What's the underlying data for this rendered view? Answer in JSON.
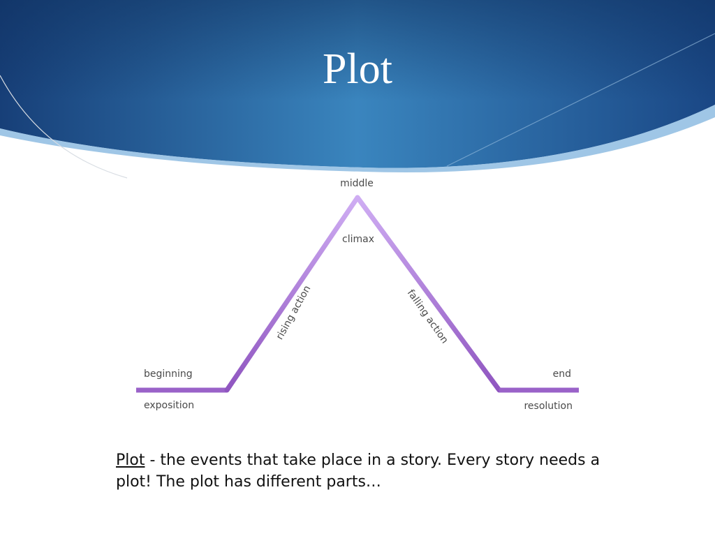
{
  "slide": {
    "title": "Plot",
    "colors": {
      "header_dark": "#1b4d8a",
      "header_light": "#3f8ac2",
      "plot_line": "#9a62c8",
      "peak_highlight": "#caa6f0"
    }
  },
  "diagram": {
    "labels": {
      "middle": "middle",
      "climax": "climax",
      "rising_action": "rising action",
      "falling_action": "falling action",
      "beginning": "beginning",
      "exposition": "exposition",
      "end": "end",
      "resolution": "resolution"
    }
  },
  "caption": {
    "term": "Plot",
    "definition": " - the events that take place in a story.  Every story needs a plot!  The plot has different parts…"
  }
}
